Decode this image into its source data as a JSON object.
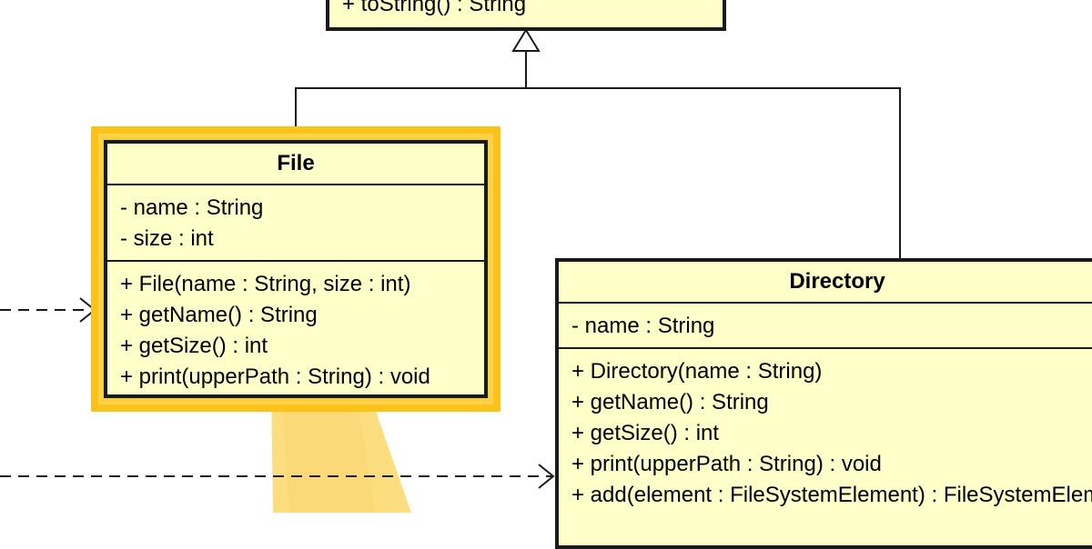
{
  "diagram": {
    "top_class": {
      "operations": [
        "+ toString() : String"
      ]
    },
    "file_class": {
      "name": "File",
      "attributes": [
        "- name : String",
        "- size : int"
      ],
      "operations": [
        "+ File(name : String, size : int)",
        "+ getName() : String",
        "+ getSize() : int",
        "+ print(upperPath : String) : void"
      ]
    },
    "directory_class": {
      "name": "Directory",
      "attributes": [
        "- name : String"
      ],
      "operations": [
        "+ Directory(name : String)",
        "+ getName() : String",
        "+ getSize() : int",
        "+ print(upperPath : String) : void",
        "+ add(element : FileSystemElement) : FileSystemElement"
      ]
    }
  },
  "colors": {
    "class_fill": "#ffffc9",
    "class_border": "#1a1a1a",
    "selection_highlight": "#fbc21a"
  }
}
